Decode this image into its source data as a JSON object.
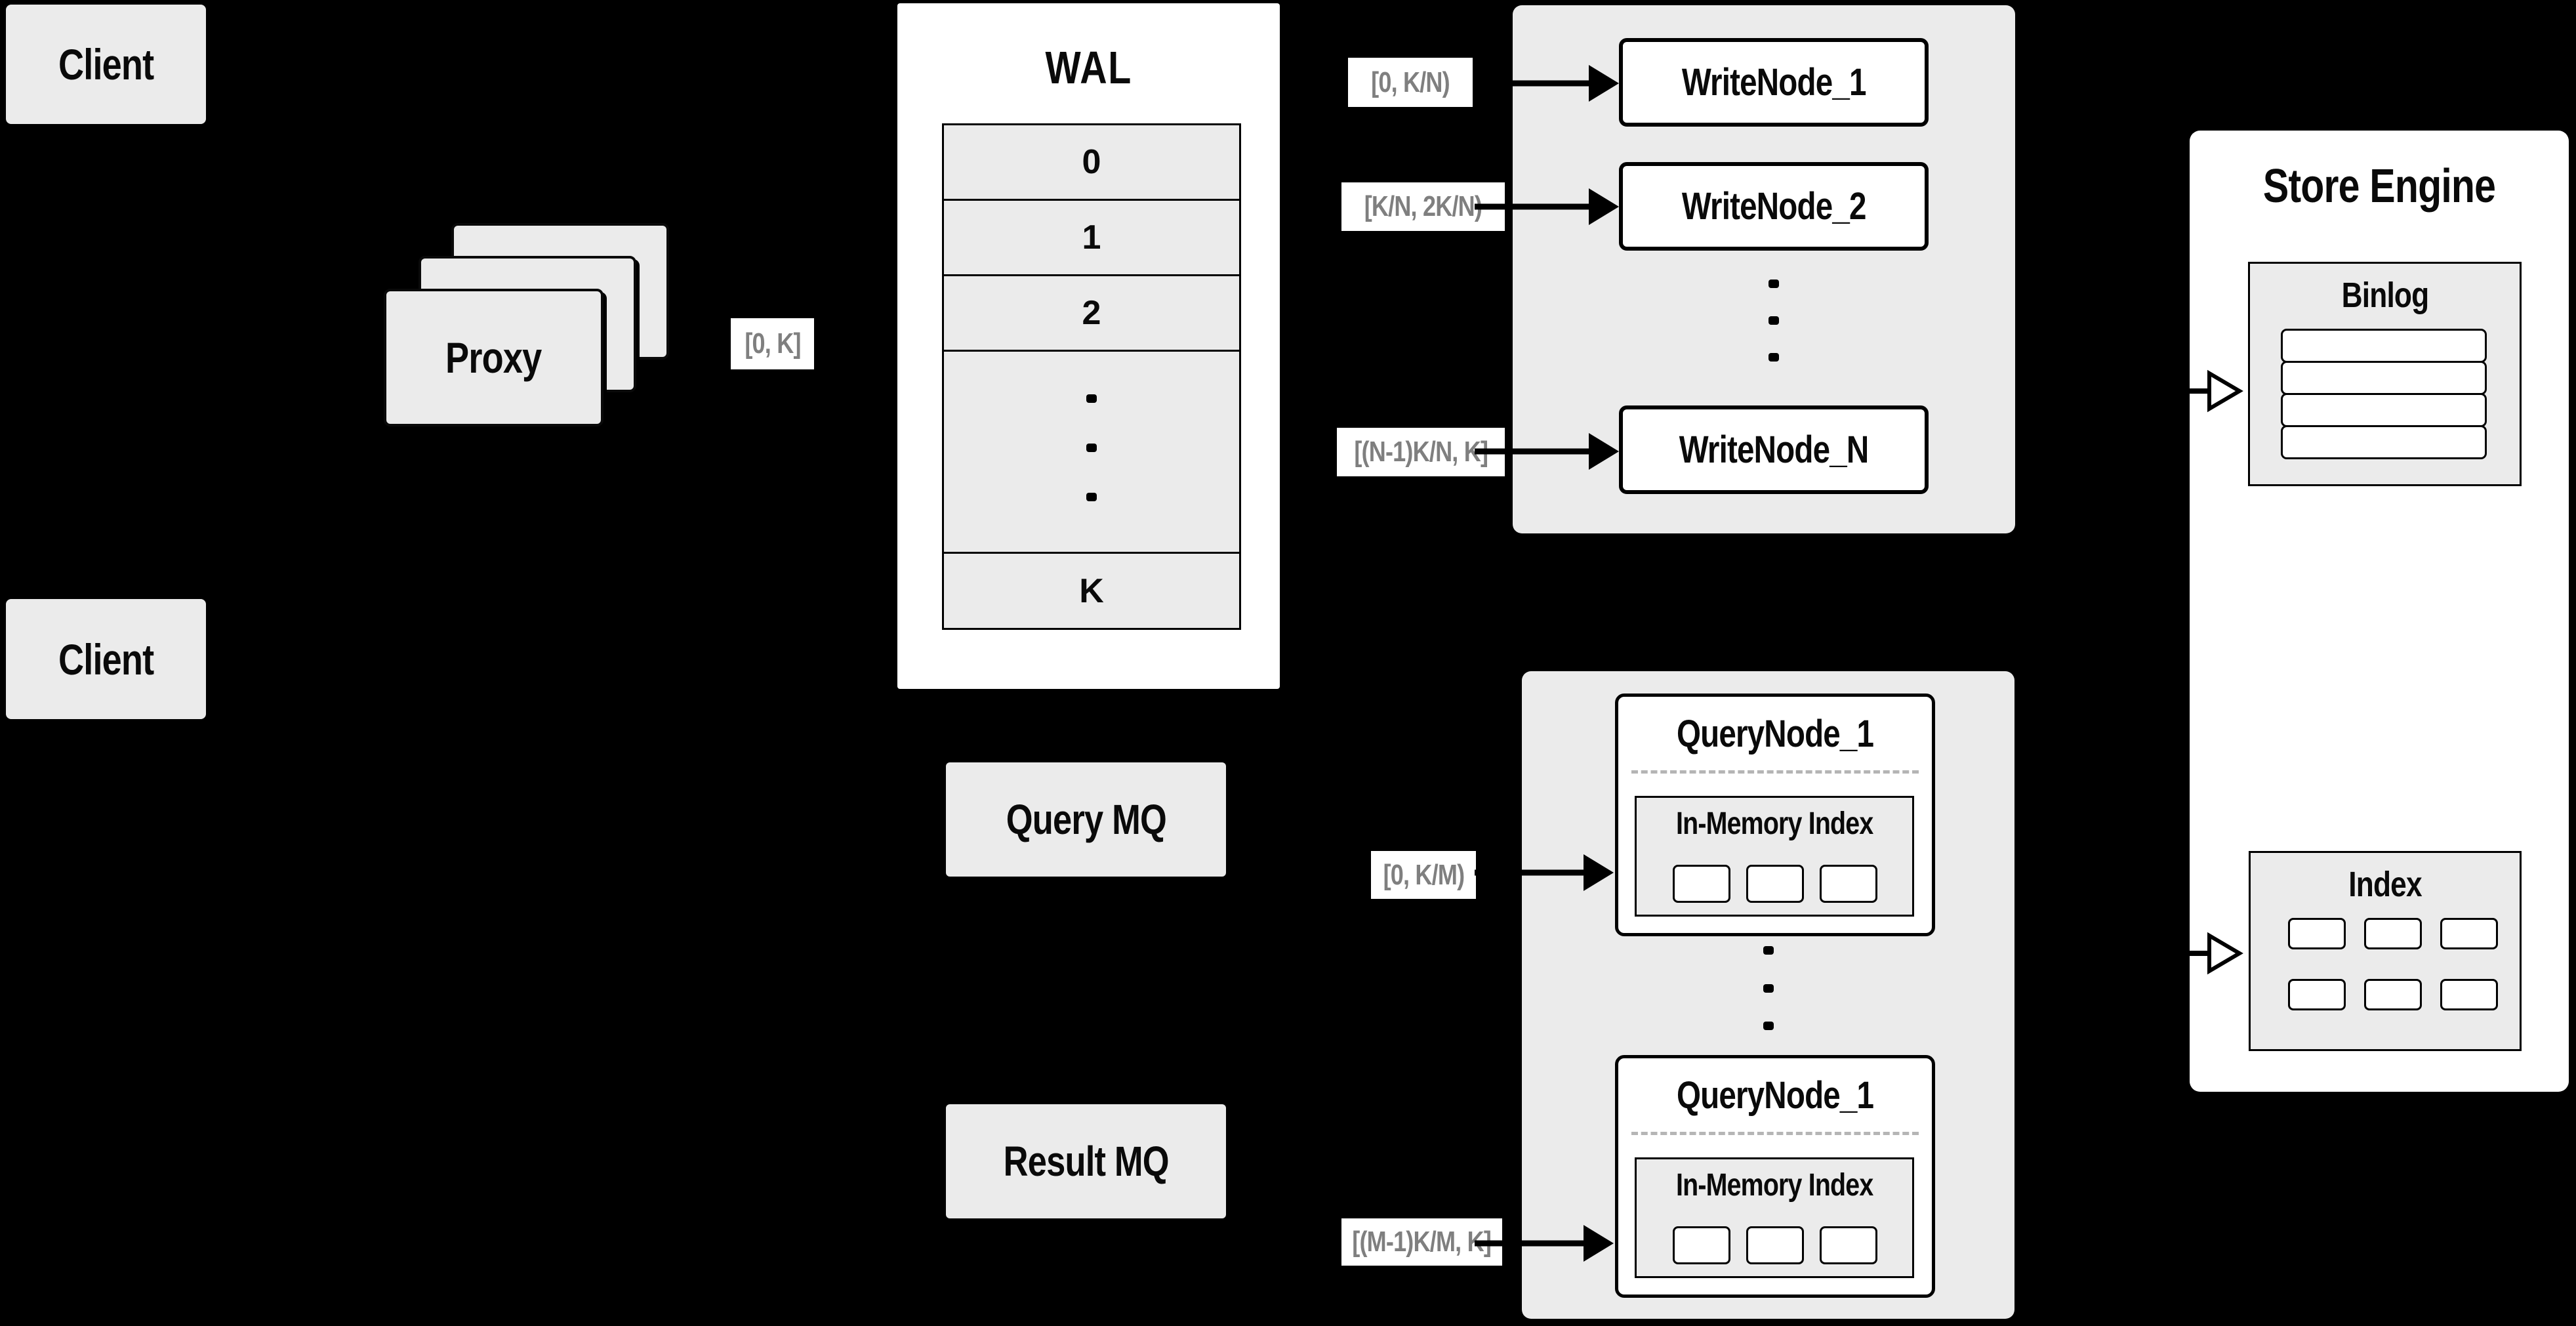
{
  "diagram_title": "Distributed vector database write/query architecture",
  "colors": {
    "background": "#000000",
    "panel_gray": "#ebebeb",
    "box_white": "#ffffff",
    "border_black": "#000000",
    "range_label_text": "#7f7f7f",
    "dashed_divider": "#b5b5b5"
  },
  "clients": {
    "top": "Client",
    "bottom": "Client"
  },
  "proxy": {
    "label": "Proxy",
    "range_label": "[0, K]"
  },
  "wal": {
    "title": "WAL",
    "rows": [
      "0",
      "1",
      "2",
      "K"
    ],
    "ellipsis": "vertical-dots"
  },
  "write_nodes": {
    "range_labels": [
      "[0,  K/N)",
      "[K/N, 2K/N)",
      "[(N-1)K/N,  K]"
    ],
    "items": [
      "WriteNode_1",
      "WriteNode_2",
      "WriteNode_N"
    ],
    "ellipsis": "vertical-dots"
  },
  "mq": {
    "query_label": "Query MQ",
    "result_label": "Result MQ"
  },
  "query_nodes": {
    "range_labels": [
      "[0, K/M)",
      "[(M-1)K/M, K]"
    ],
    "nodes": [
      {
        "title": "QueryNode_1",
        "memory_index_label": "In-Memory Index"
      },
      {
        "title": "QueryNode_1",
        "memory_index_label": "In-Memory Index"
      }
    ],
    "ellipsis": "vertical-dots"
  },
  "store_engine": {
    "title": "Store Engine",
    "binlog_title": "Binlog",
    "index_title": "Index"
  }
}
